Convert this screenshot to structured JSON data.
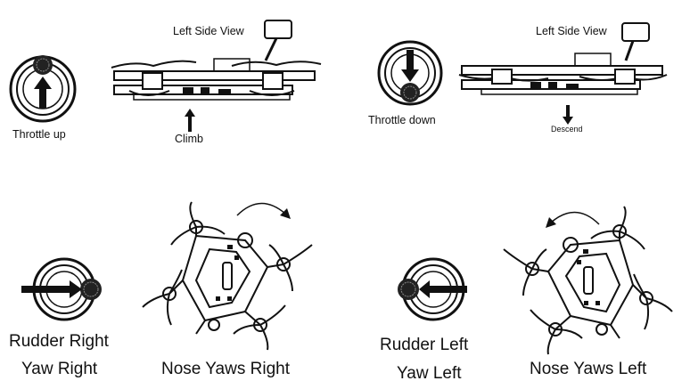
{
  "panels": {
    "throttle_up": {
      "stick_label": "Throttle up",
      "view_label": "Left Side View",
      "motion_label": "Climb"
    },
    "throttle_down": {
      "stick_label": "Throttle down",
      "view_label": "Left Side View",
      "motion_label": "Descend"
    },
    "rudder_right": {
      "stick_label_line1": "Rudder Right",
      "stick_label_line2": "Yaw Right",
      "motion_label": "Nose Yaws Right"
    },
    "rudder_left": {
      "stick_label_line1": "Rudder Left",
      "stick_label_line2": "Yaw Left",
      "motion_label": "Nose Yaws Left"
    }
  },
  "icons": {
    "stick": "gimbal-stick-icon",
    "drone_side": "drone-side-view-icon",
    "drone_top": "drone-top-view-icon",
    "arrow": "direction-arrow-icon",
    "rotation": "rotation-arrow-icon"
  },
  "colors": {
    "line": "#111111",
    "background": "#ffffff"
  }
}
